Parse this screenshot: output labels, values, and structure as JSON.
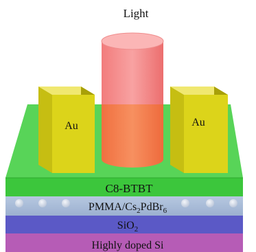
{
  "labels": {
    "light": "Light",
    "electrode_left": "Au",
    "electrode_right": "Au",
    "layer_c8btbt": "C8-BTBT",
    "layer_pmma_prefix": "PMMA/Cs",
    "layer_pmma_sub1": "2",
    "layer_pmma_mid": "PdBr",
    "layer_pmma_sub2": "6",
    "layer_sio2_prefix": "SiO",
    "layer_sio2_sub": "2",
    "layer_si": "Highly doped Si"
  },
  "colors": {
    "c8btbt_layer": "#3ec83e",
    "pmma_layer": "#a8bcd8",
    "sio2_layer": "#5a58c4",
    "si_layer": "#b85ab8",
    "gold_electrode": "#d8d010",
    "light_beam": "#f07878"
  }
}
